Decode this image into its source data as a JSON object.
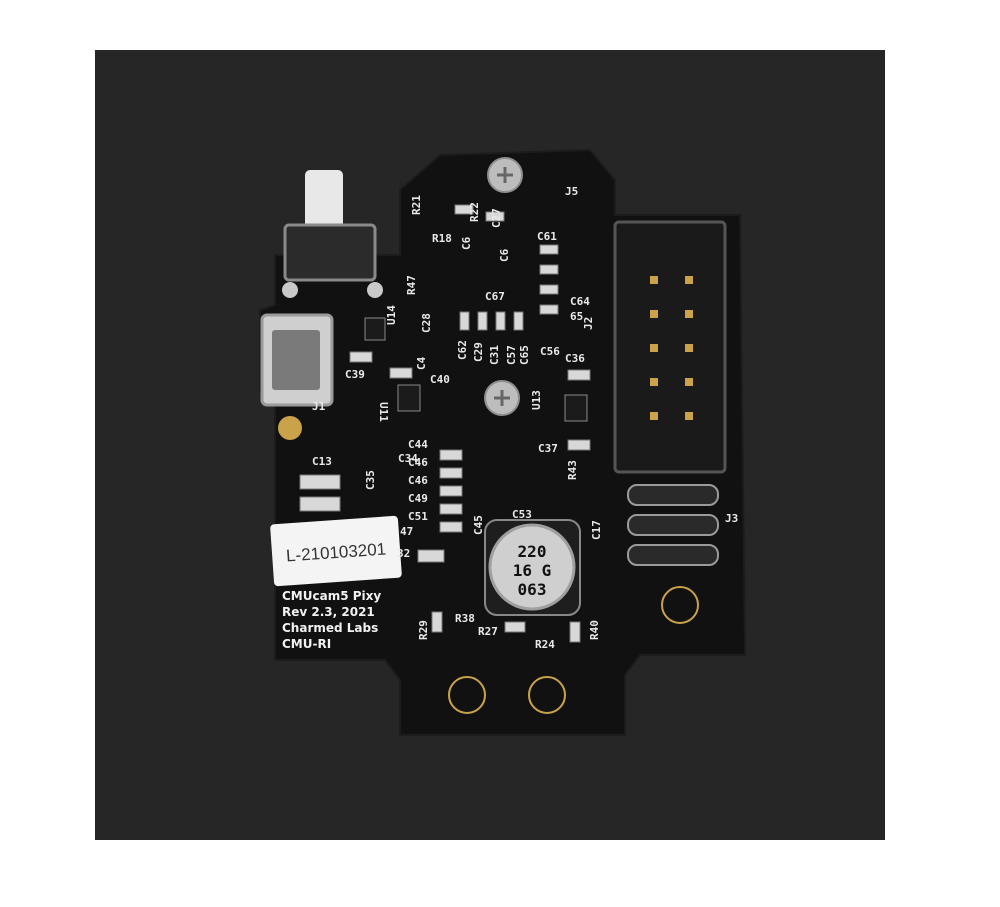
{
  "photo": {
    "subject": "Pixy camera circuit board on a dark background",
    "colors": {
      "page": "#ffffff",
      "backdrop": "#262626",
      "board": "#111111",
      "silkscreen": "#e9e9e9",
      "pad": "#c9a24a",
      "capacitor": "#cfcfcf"
    }
  },
  "board": {
    "credits": [
      "CMUcam5 Pixy",
      "Rev 2.3, 2021",
      "Charmed Labs",
      "CMU-RI"
    ],
    "sticker": "L-210103201",
    "capacitor_lines": [
      "220",
      "16 G",
      "063"
    ],
    "designators": {
      "top": [
        "R21",
        "R22",
        "C27",
        "J5",
        "R18",
        "C61",
        "C6",
        "C6",
        "R47",
        "C67",
        "C28",
        "C62",
        "C29",
        "C31",
        "C57",
        "C65",
        "C56",
        "C64",
        "65",
        "J2",
        "C36"
      ],
      "left": [
        "U14",
        "J1",
        "C39",
        "C4",
        "C40",
        "U11"
      ],
      "middle": [
        "C44",
        "C46",
        "C46",
        "C49",
        "C51",
        "C45",
        "C53",
        "U13",
        "C37",
        "R43",
        "C17",
        "J3"
      ],
      "lower": [
        "C13",
        "C35",
        "C34",
        "47",
        "32",
        "R29",
        "R38",
        "R27",
        "R24",
        "R40"
      ]
    }
  }
}
